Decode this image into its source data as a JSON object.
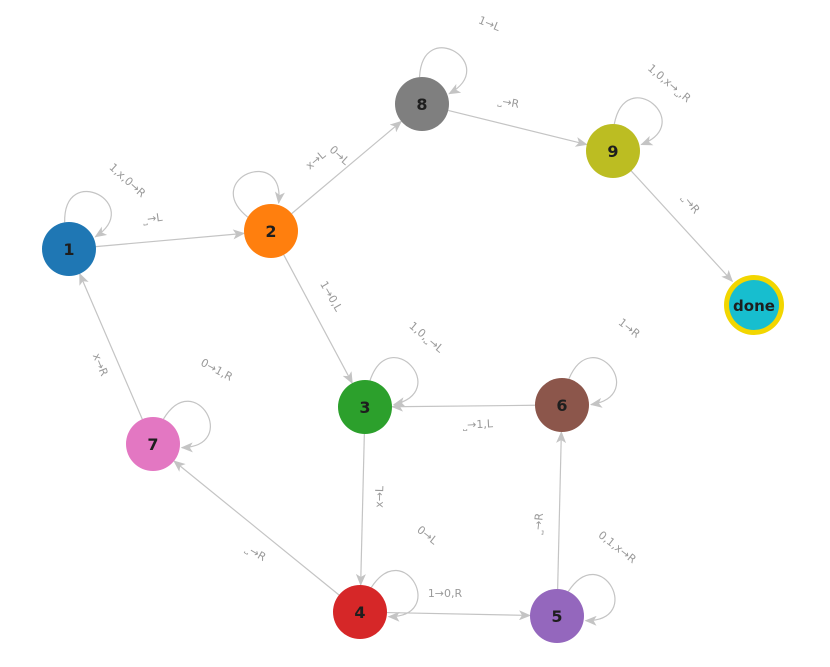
{
  "nodes": [
    {
      "id": "1",
      "label": "1",
      "color": "#1f77b4"
    },
    {
      "id": "2",
      "label": "2",
      "color": "#ff7f0e"
    },
    {
      "id": "3",
      "label": "3",
      "color": "#2ca02c"
    },
    {
      "id": "4",
      "label": "4",
      "color": "#d62728"
    },
    {
      "id": "5",
      "label": "5",
      "color": "#9467bd"
    },
    {
      "id": "6",
      "label": "6",
      "color": "#8c564b"
    },
    {
      "id": "7",
      "label": "7",
      "color": "#e377c2"
    },
    {
      "id": "8",
      "label": "8",
      "color": "#7f7f7f"
    },
    {
      "id": "9",
      "label": "9",
      "color": "#bcbd22"
    },
    {
      "id": "done",
      "label": "done",
      "color": "#17becf",
      "accept_ring": "#f2d600"
    }
  ],
  "edges": [
    {
      "from": "1",
      "to": "1",
      "label": "1,x,0→R"
    },
    {
      "from": "1",
      "to": "2",
      "label": "˽→L"
    },
    {
      "from": "2",
      "to": "2",
      "label": "0→L"
    },
    {
      "from": "2",
      "to": "8",
      "label": "x→L"
    },
    {
      "from": "2",
      "to": "3",
      "label": "1→0,L"
    },
    {
      "from": "8",
      "to": "8",
      "label": "1→L"
    },
    {
      "from": "8",
      "to": "9",
      "label": "˽→R"
    },
    {
      "from": "9",
      "to": "9",
      "label": "1,0,x→˽,R"
    },
    {
      "from": "9",
      "to": "done",
      "label": "˽→R"
    },
    {
      "from": "3",
      "to": "3",
      "label": "1,0,˽→L"
    },
    {
      "from": "3",
      "to": "4",
      "label": "x→L"
    },
    {
      "from": "6",
      "to": "6",
      "label": "1→R"
    },
    {
      "from": "6",
      "to": "3",
      "label": "˽→1,L"
    },
    {
      "from": "7",
      "to": "7",
      "label": "0→1,R"
    },
    {
      "from": "7",
      "to": "1",
      "label": "x→R"
    },
    {
      "from": "4",
      "to": "4",
      "label": "0→L"
    },
    {
      "from": "4",
      "to": "5",
      "label": "1→0,R"
    },
    {
      "from": "4",
      "to": "7",
      "label": "˽→R"
    },
    {
      "from": "5",
      "to": "5",
      "label": "0,1,x→R"
    },
    {
      "from": "5",
      "to": "6",
      "label": "˽→R"
    }
  ]
}
